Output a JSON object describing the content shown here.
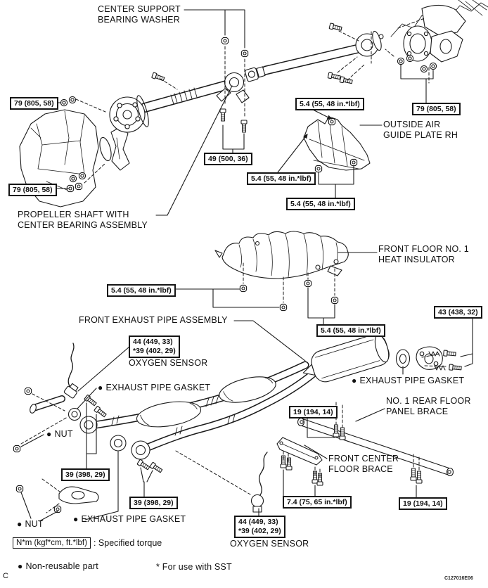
{
  "legend": {
    "bullet": "●",
    "torque_box": "N*m (kgf*cm, ft.*lbf)",
    "torque_desc": ": Specified torque",
    "non_reusable": "Non-reusable part",
    "sst_note": "* For use with SST",
    "corner_letter": "C",
    "figure_code": "C127016E06"
  },
  "torques": {
    "t79": "79 (805, 58)",
    "t54": "5.4 (55, 48 in.*lbf)",
    "t49": "49 (500, 36)",
    "t43": "43 (438, 32)",
    "t39": "39 (398, 29)",
    "t19": "19 (194, 14)",
    "t74": "7.4 (75, 65 in.*lbf)",
    "t44": "44 (449, 33)",
    "t39sst": "*39 (402, 29)"
  },
  "labels": {
    "center_support_bearing_washer": "CENTER SUPPORT\nBEARING WASHER",
    "outside_air_guide_plate": "OUTSIDE AIR\nGUIDE PLATE RH",
    "propeller_shaft": "PROPELLER SHAFT WITH\nCENTER BEARING ASSEMBLY",
    "heat_insulator": "FRONT FLOOR NO. 1\nHEAT INSULATOR",
    "front_exhaust_pipe": "FRONT EXHAUST PIPE ASSEMBLY",
    "oxygen_sensor": "OXYGEN SENSOR",
    "exhaust_pipe_gasket": "EXHAUST PIPE GASKET",
    "nut": "NUT",
    "rear_floor_panel_brace": "NO. 1 REAR FLOOR\nPANEL BRACE",
    "front_center_floor_brace": "FRONT CENTER\nFLOOR BRACE"
  }
}
